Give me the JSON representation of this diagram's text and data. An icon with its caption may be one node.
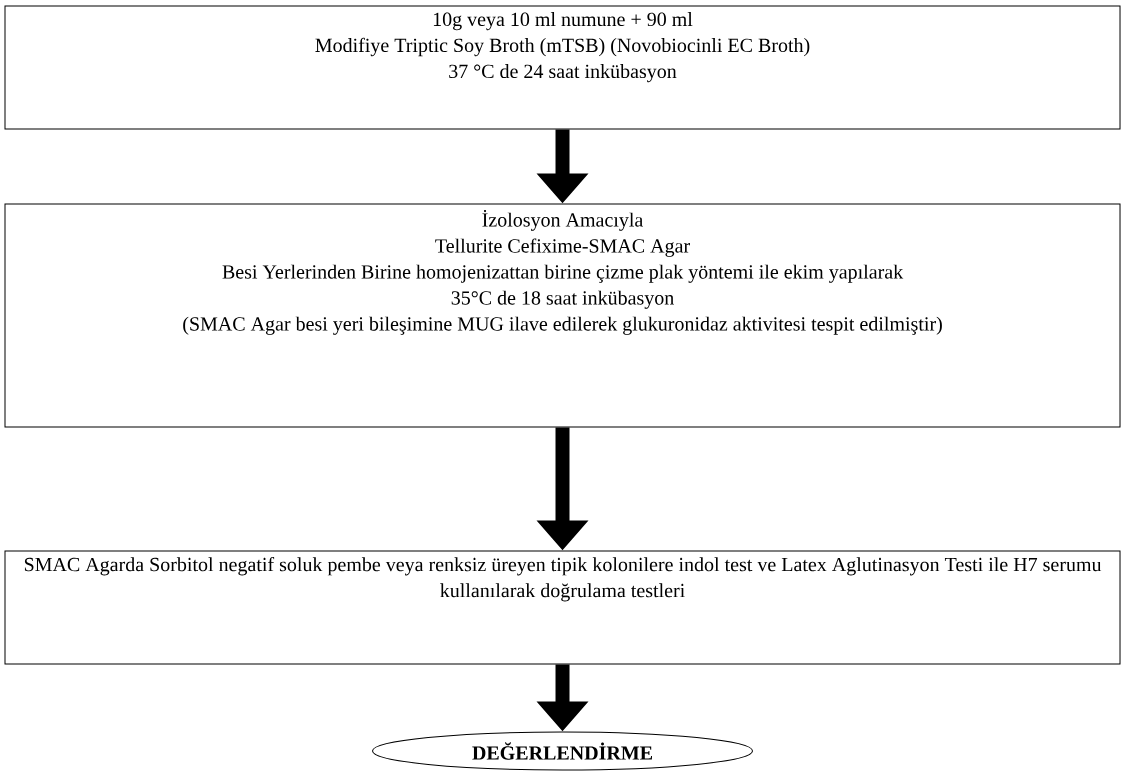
{
  "diagram": {
    "nodes": [
      {
        "text": [
          "10g veya 10 ml numune +  90 ml",
          "Modifiye Triptic Soy Broth (mTSB) (Novobiocinli EC Broth)",
          "37 °C de 24 saat inkübasyon"
        ]
      },
      {
        "text": [
          "İzolosyon Amacıyla",
          "Tellurite Cefixime-SMAC Agar",
          "Besi Yerlerinden Birine homojenizattan birine çizme plak yöntemi ile ekim yapılarak",
          "35°C de 18 saat inkübasyon",
          "(SMAC Agar besi yeri bileşimine MUG ilave edilerek glukuronidaz aktivitesi tespit edilmiştir)"
        ]
      },
      {
        "text": [
          "SMAC Agarda Sorbitol negatif soluk pembe veya renksiz üreyen tipik kolonilere indol test ve Latex Aglutinasyon Testi ile H7 serumu kullanılarak doğrulama testleri"
        ]
      },
      {
        "text": [
          "DEĞERLENDİRME"
        ]
      }
    ],
    "edges": [
      {
        "from": 0,
        "to": 1,
        "arrow": "to"
      },
      {
        "from": 1,
        "to": 2,
        "arrow": "to"
      },
      {
        "from": 2,
        "to": 3,
        "arrow": "to"
      }
    ]
  }
}
